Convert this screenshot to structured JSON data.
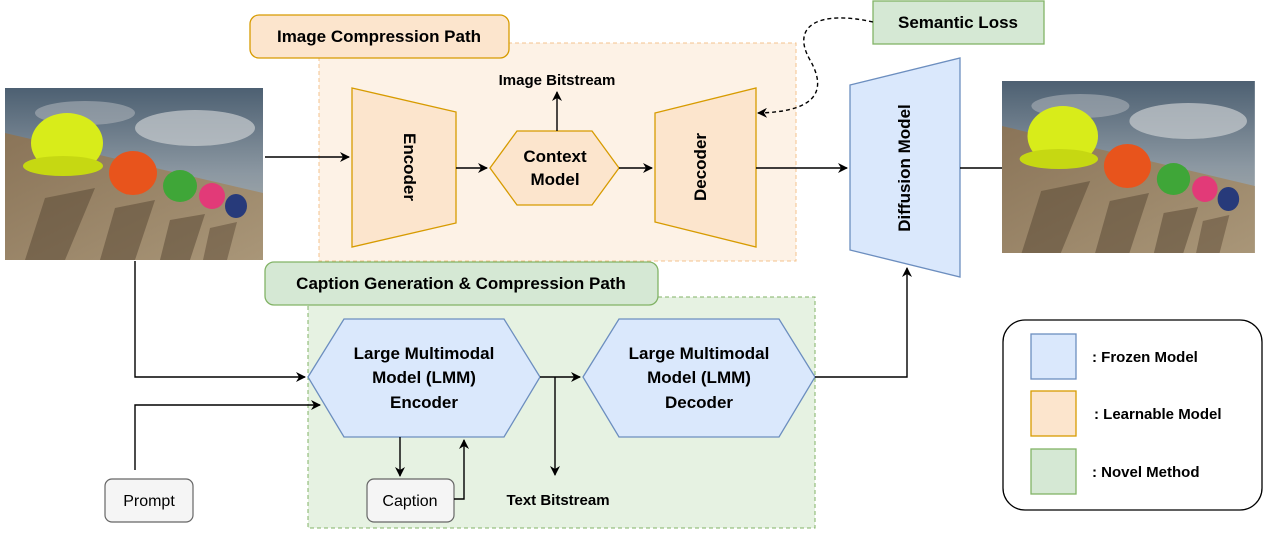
{
  "title_image_path": "Image Compression Path",
  "title_caption_path": "Caption Generation & Compression Path",
  "semantic_loss": "Semantic Loss",
  "image_bitstream": "Image Bitstream",
  "text_bitstream": "Text Bitstream",
  "encoder": "Encoder",
  "decoder": "Decoder",
  "context_model": [
    "Context",
    "Model"
  ],
  "diffusion_model": "Diffusion Model",
  "lmm_encoder": [
    "Large Multimodal",
    "Model (LMM)",
    "Encoder"
  ],
  "lmm_decoder": [
    "Large Multimodal",
    "Model (LMM)",
    "Decoder"
  ],
  "prompt": "Prompt",
  "caption": "Caption",
  "legend": {
    "frozen": ": Frozen Model",
    "learnable": ": Learnable Model",
    "novel": ": Novel Method"
  },
  "colors": {
    "orange_fill": "#fce5cd",
    "orange_stroke": "#d79b00",
    "blue_fill": "#dae8fc",
    "blue_stroke": "#6c8ebf",
    "green_fill": "#d5e8d4",
    "green_stroke": "#82b366",
    "region_orange": "#fdf2e6",
    "region_green": "#e6f2e2"
  }
}
